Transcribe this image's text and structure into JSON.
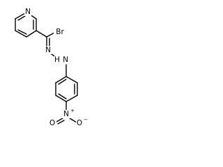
{
  "molecule": {
    "atoms": {
      "pyridine_n": "N",
      "bromine": "Br",
      "hydrazone_n1": "N",
      "hydrazone_n2_h": "H",
      "hydrazone_n2": "N",
      "nitro_n": "N",
      "nitro_charge_plus": "+",
      "nitro_o_left": "O",
      "nitro_o_right": "O",
      "nitro_charge_minus": "−"
    }
  },
  "colors": {
    "bond": "#000000",
    "text": "#000000",
    "background": "#ffffff"
  }
}
